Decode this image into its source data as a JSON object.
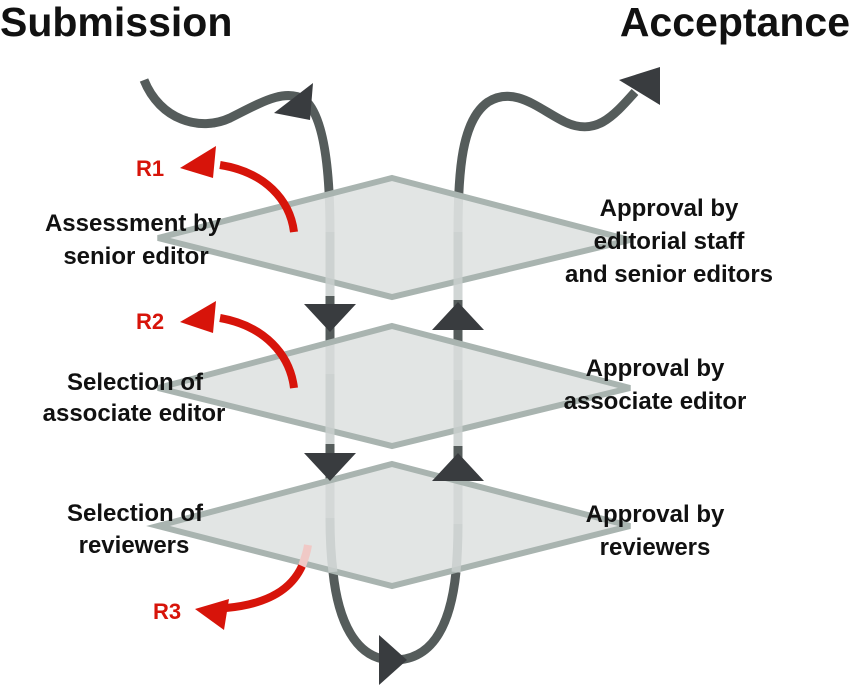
{
  "diagram": {
    "titles": {
      "left": "Submission",
      "right": "Acceptance"
    },
    "stages": [
      {
        "left_label": [
          "Assessment by",
          "senior editor"
        ],
        "right_label": [
          "Approval by",
          "editorial staff",
          "and senior editors"
        ],
        "rejection": "R1"
      },
      {
        "left_label": [
          "Selection of",
          "associate editor"
        ],
        "right_label": [
          "Approval by",
          "associate editor"
        ],
        "rejection": "R2"
      },
      {
        "left_label": [
          "Selection of",
          "reviewers"
        ],
        "right_label": [
          "Approval by",
          "reviewers"
        ],
        "rejection": "R3"
      }
    ],
    "colors": {
      "rejection": "#d7140a",
      "flow": "#555c5b",
      "arrowhead": "#393c3f",
      "plane_fill": "#dfe3e2",
      "plane_edge": "#a9b4b0"
    }
  }
}
